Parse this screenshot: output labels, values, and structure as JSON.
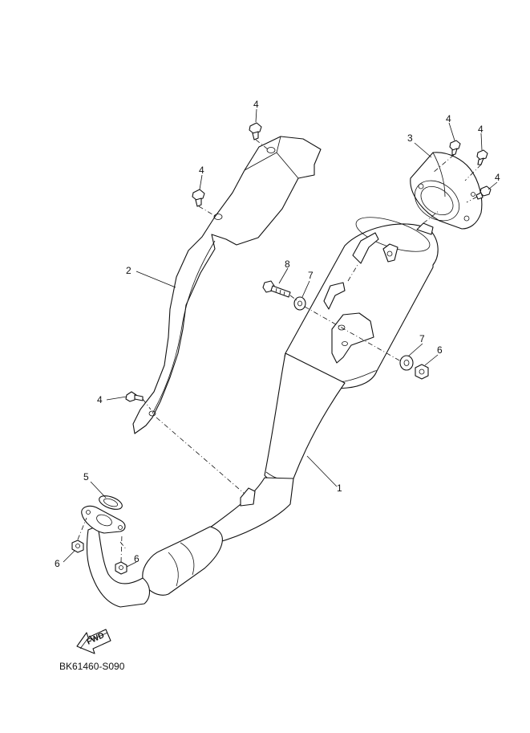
{
  "diagram": {
    "callouts": [
      "1",
      "2",
      "3",
      "4",
      "5",
      "6",
      "7",
      "8"
    ],
    "fwd_label": "FWD",
    "drawing_code": "BK61460-S090"
  }
}
